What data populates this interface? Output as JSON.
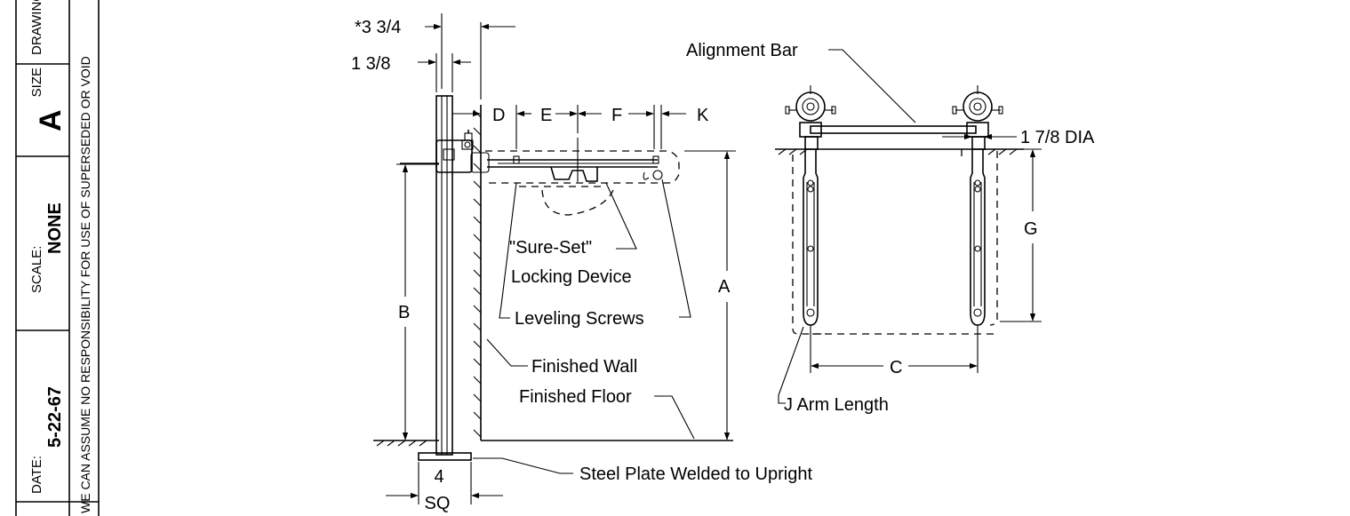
{
  "title_block": {
    "drawing_caption": "DRAWING",
    "size_caption": "SIZE",
    "size_value": "A",
    "scale_caption": "SCALE:",
    "scale_value": "NONE",
    "date_caption": "DATE:",
    "date_value": "5-22-67",
    "disclaimer": "WE CAN ASSUME NO RESPONSIBILITY FOR USE OF SUPERSEDED OR VOID"
  },
  "side_view": {
    "dim_3_3_4": "*3 3/4",
    "dim_1_3_8": "1 3/8",
    "dim_D": "D",
    "dim_E": "E",
    "dim_F": "F",
    "dim_K": "K",
    "dim_A": "A",
    "dim_B": "B",
    "plate_width": "4",
    "plate_sq": "SQ",
    "sure_set_line1": "\"Sure-Set\"",
    "sure_set_line2": "Locking Device",
    "leveling_screws": "Leveling Screws",
    "finished_wall": "Finished Wall",
    "finished_floor": "Finished Floor",
    "steel_plate": "Steel Plate Welded to Upright"
  },
  "front_view": {
    "alignment_bar": "Alignment Bar",
    "dia": "1 7/8 DIA",
    "dim_G": "G",
    "dim_C": "C",
    "arm_length": "J Arm Length"
  }
}
